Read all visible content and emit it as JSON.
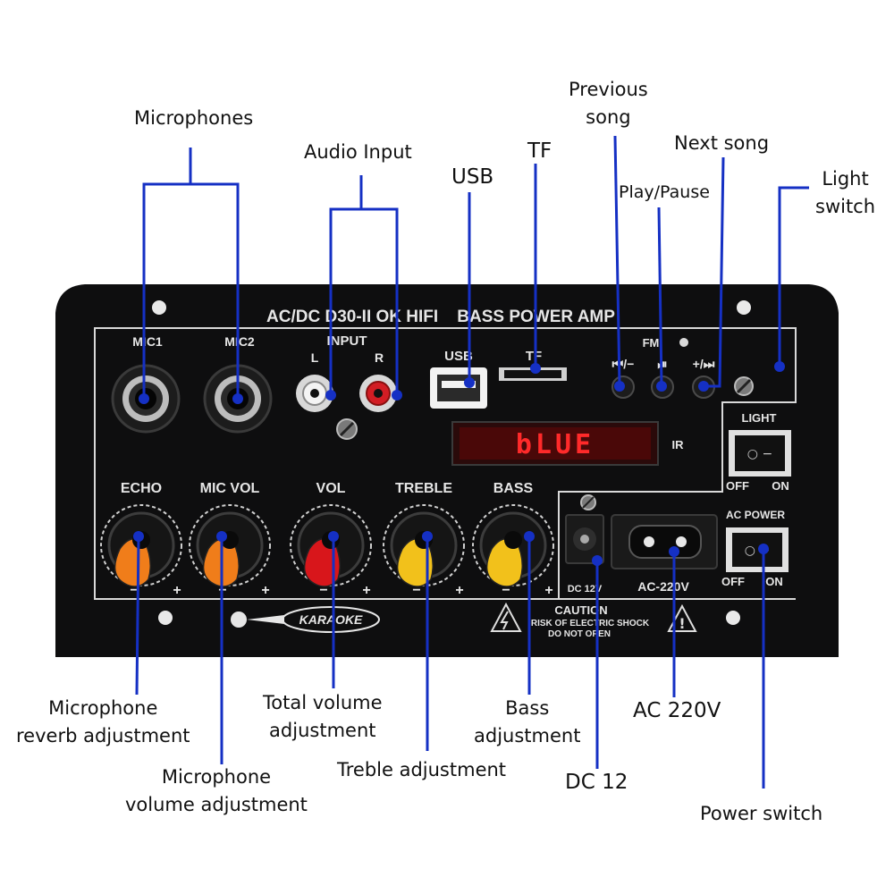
{
  "callouts": {
    "microphones": "Microphones",
    "audio_input": "Audio Input",
    "usb": "USB",
    "tf": "TF",
    "previous_song": "Previous\nsong",
    "next_song": "Next song",
    "play_pause": "Play/Pause",
    "light_switch": "Light\nswitch",
    "mic_reverb": "Microphone\nreverb adjustment",
    "mic_volume": "Microphone\nvolume adjustment",
    "total_volume": "Total volume\nadjustment",
    "treble_adj": "Treble adjustment",
    "bass_adj": "Bass\nadjustment",
    "dc12": "DC 12",
    "ac220": "AC 220V",
    "power_switch": "Power switch"
  },
  "panel": {
    "title": "AC/DC D30-II OK HIFI    BASS POWER AMP",
    "mic1": "MIC1",
    "mic2": "MIC2",
    "input": "INPUT",
    "input_l": "L",
    "input_r": "R",
    "usb": "USB",
    "tf": "TF",
    "fm": "FM",
    "btn_prev": "⏮/−",
    "btn_play": "⏯",
    "btn_next": "+/⏭",
    "display": "bLUE",
    "ir": "IR",
    "light": "LIGHT",
    "light_off": "OFF",
    "light_on": "ON",
    "ac_power": "AC POWER",
    "power_off": "OFF",
    "power_on": "ON",
    "dc_label": "DC 12V",
    "ac_label": "AC-220V",
    "caution": "CAUTION",
    "caution_1": "RISK OF ELECTRIC SHOCK",
    "caution_2": "DO NOT OPEN",
    "karaoke": "KARAOKE",
    "knobs": [
      {
        "label": "ECHO",
        "color": "#f07d1a"
      },
      {
        "label": "MIC VOL",
        "color": "#f07d1a"
      },
      {
        "label": "VOL",
        "color": "#d8161b"
      },
      {
        "label": "TREBLE",
        "color": "#f2c11b"
      },
      {
        "label": "BASS",
        "color": "#f2c11b"
      }
    ],
    "minus": "−",
    "plus": "+"
  },
  "colors": {
    "line": "#1530c4",
    "panel": "#0e0e0f",
    "border": "#d9d9d9"
  }
}
